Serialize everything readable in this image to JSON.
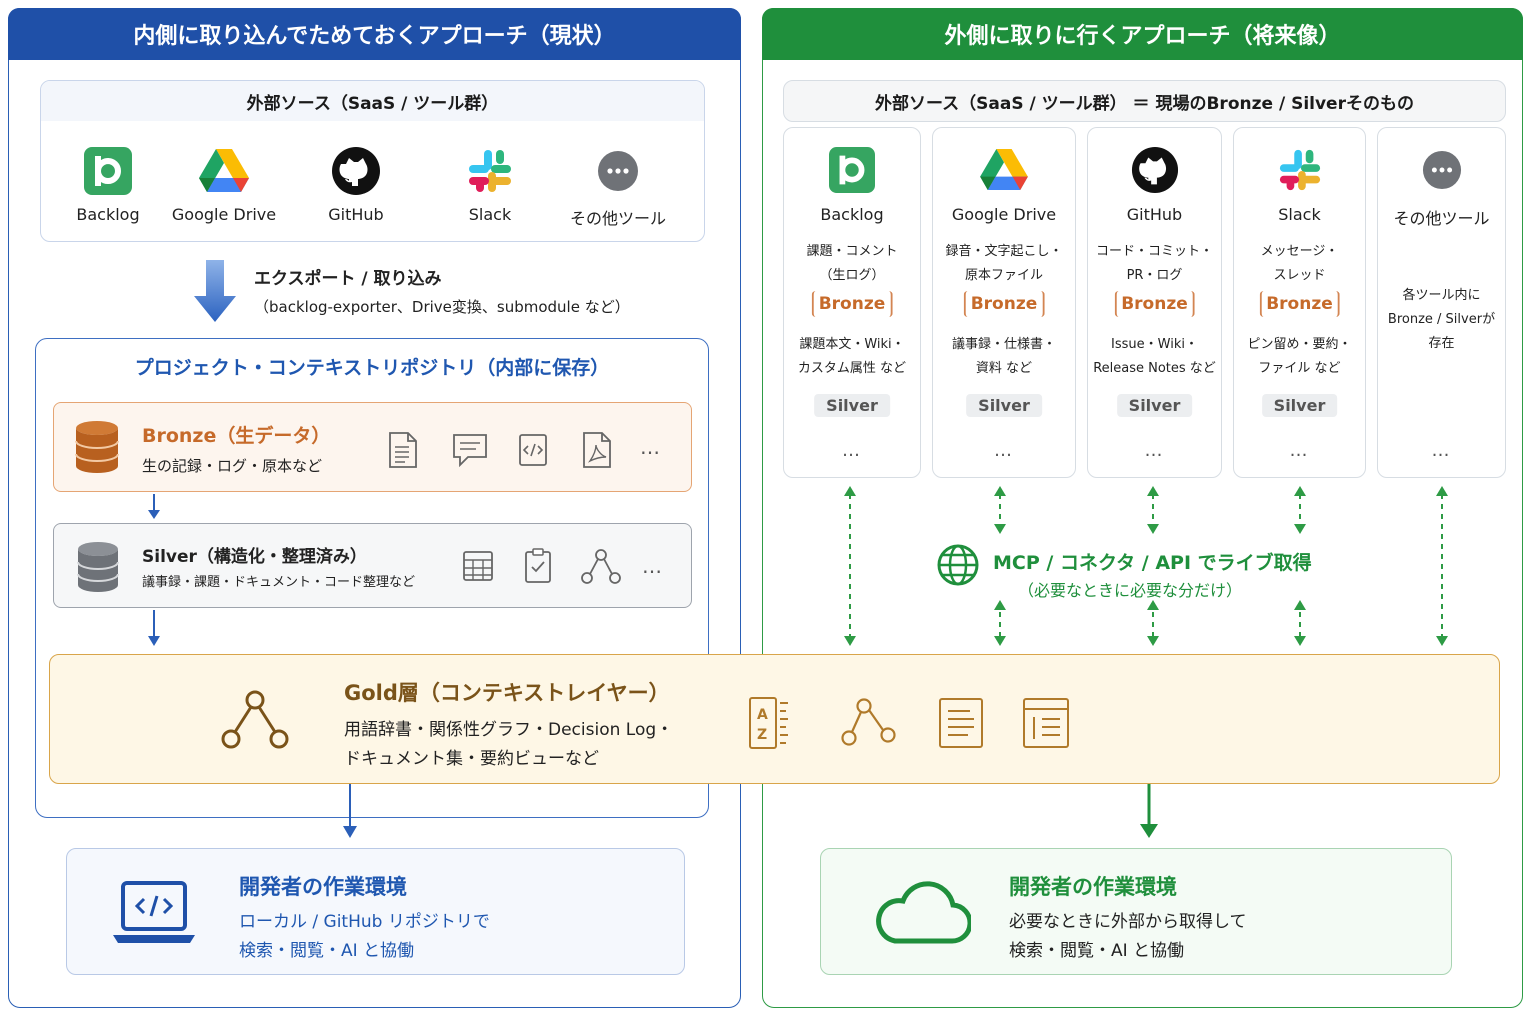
{
  "left": {
    "header": "内側に取り込んでためておくアプローチ（現状）",
    "sources_title": "外部ソース（SaaS / ツール群）",
    "tools": [
      "Backlog",
      "Google Drive",
      "GitHub",
      "Slack",
      "その他ツール"
    ],
    "export_title": "エクスポート / 取り込み",
    "export_detail": "（backlog-exporter、Drive変換、submodule など）",
    "repo_title": "プロジェクト・コンテキストリポジトリ（内部に保存）",
    "bronze_title": "Bronze（生データ）",
    "bronze_desc": "生の記録・ログ・原本など",
    "silver_title": "Silver（構造化・整理済み）",
    "silver_desc": "議事録・課題・ドキュメント・コード整理など",
    "more": "…",
    "dev_title": "開発者の作業環境",
    "dev_line1": "ローカル / GitHub リポジトリで",
    "dev_line2": "検索・閲覧・AI と協働"
  },
  "right": {
    "header": "外側に取りに行くアプローチ（将来像）",
    "sources_title": "外部ソース（SaaS / ツール群） ＝ 現場のBronze / Silverそのもの",
    "columns": [
      {
        "name": "Backlog",
        "bronze_desc1": "課題・コメント",
        "bronze_desc2": "（生ログ）",
        "bronze": "Bronze",
        "silver_desc1": "課題本文・Wiki・",
        "silver_desc2": "カスタム属性 など",
        "silver": "Silver",
        "more": "…"
      },
      {
        "name": "Google Drive",
        "bronze_desc1": "録音・文字起こし・",
        "bronze_desc2": "原本ファイル",
        "bronze": "Bronze",
        "silver_desc1": "議事録・仕様書・",
        "silver_desc2": "資料 など",
        "silver": "Silver",
        "more": "…"
      },
      {
        "name": "GitHub",
        "bronze_desc1": "コード・コミット・",
        "bronze_desc2": "PR・ログ",
        "bronze": "Bronze",
        "silver_desc1": "Issue・Wiki・",
        "silver_desc2": "Release Notes など",
        "silver": "Silver",
        "more": "…"
      },
      {
        "name": "Slack",
        "bronze_desc1": "メッセージ・",
        "bronze_desc2": "スレッド",
        "bronze": "Bronze",
        "silver_desc1": "ピン留め・要約・",
        "silver_desc2": "ファイル など",
        "silver": "Silver",
        "more": "…"
      },
      {
        "name": "その他ツール",
        "desc1": "各ツール内に",
        "desc2": "Bronze / Silverが",
        "desc3": "存在",
        "more": "…"
      }
    ],
    "mcp_title": "MCP / コネクタ / API でライブ取得",
    "mcp_sub": "（必要なときに必要な分だけ）",
    "dev_title": "開発者の作業環境",
    "dev_line1": "必要なときに外部から取得して",
    "dev_line2": "検索・閲覧・AI と協働"
  },
  "gold": {
    "title": "Gold層（コンテキストレイヤー）",
    "line1": "用語辞書・関係性グラフ・Decision Log・",
    "line2": "ドキュメント集・要約ビューなど",
    "az_top": "A",
    "az_bottom": "Z"
  },
  "colors": {
    "blue": "#1f50a8",
    "green": "#1f8f3c",
    "bronze": "#c66a2a",
    "gold_border": "#d9a54a"
  }
}
